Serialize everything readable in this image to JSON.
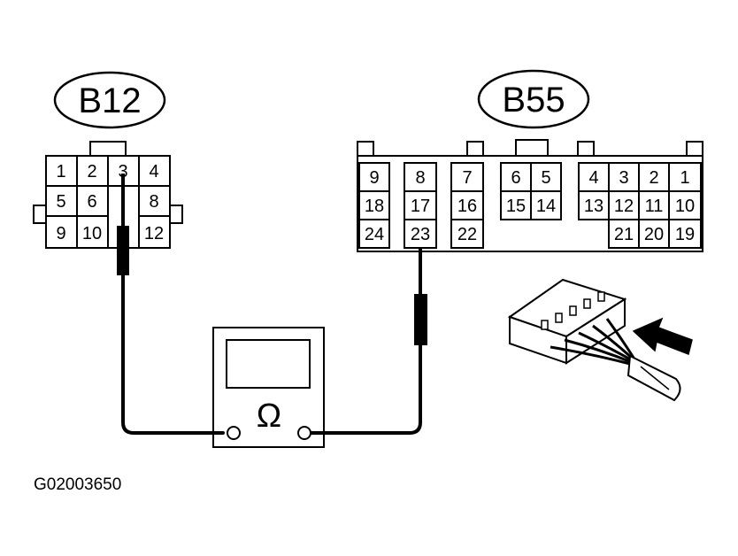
{
  "connector_b12": {
    "label": "B12",
    "pins": [
      "1",
      "2",
      "3",
      "4",
      "5",
      "6",
      "8",
      "9",
      "10",
      "12"
    ]
  },
  "connector_b55": {
    "label": "B55",
    "pins": [
      "9",
      "8",
      "7",
      "6",
      "5",
      "4",
      "3",
      "2",
      "1",
      "18",
      "17",
      "16",
      "15",
      "14",
      "13",
      "12",
      "11",
      "10",
      "24",
      "23",
      "22",
      "21",
      "20",
      "19"
    ]
  },
  "meter": {
    "symbol": "Ω"
  },
  "probe_pins": {
    "b12": "3",
    "b55": "23"
  },
  "figure_id": "G02003650"
}
